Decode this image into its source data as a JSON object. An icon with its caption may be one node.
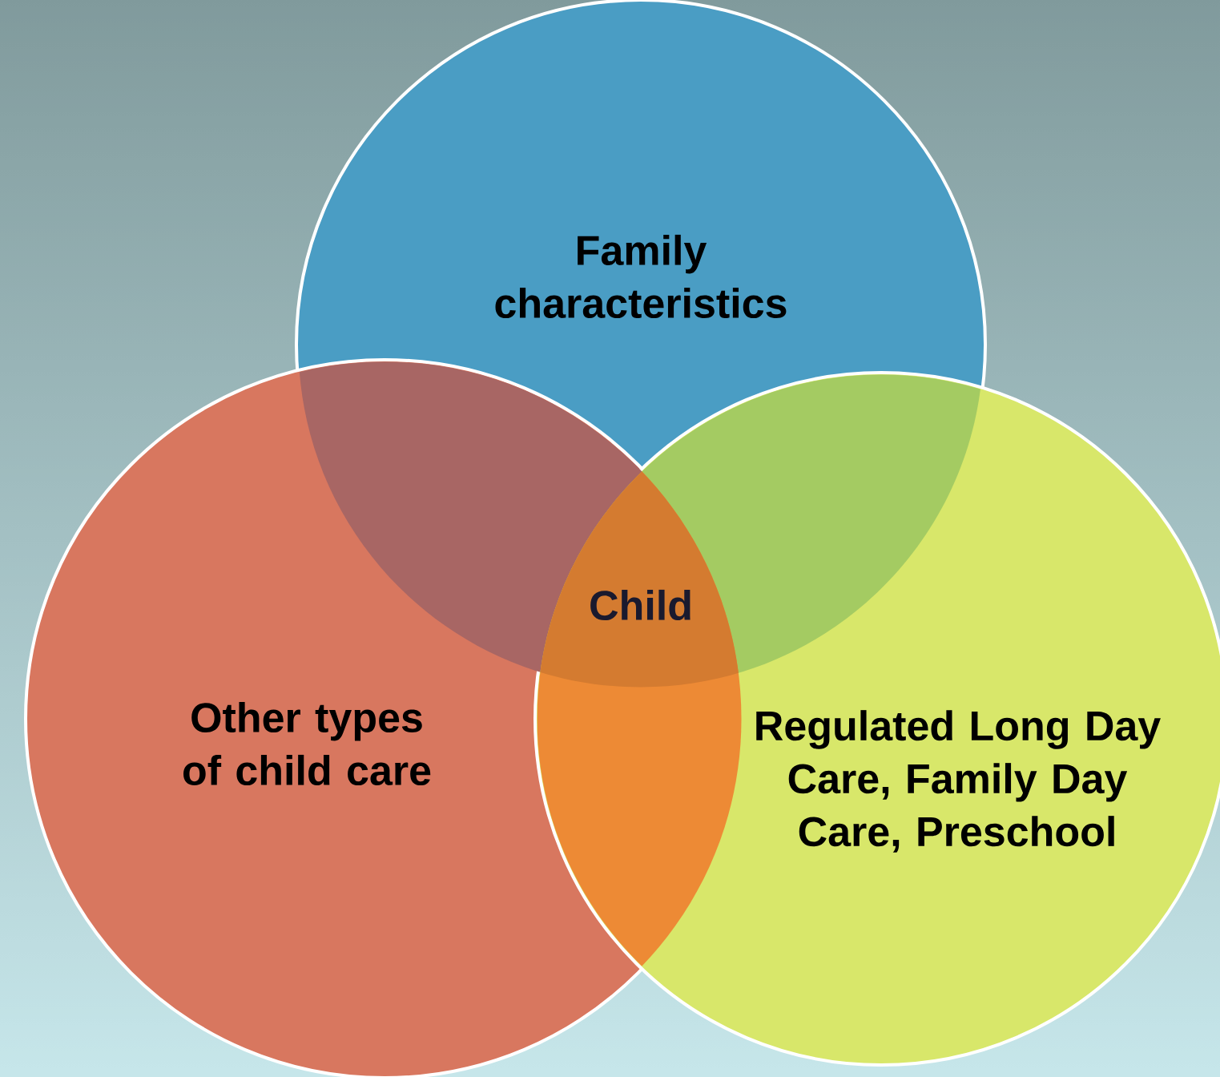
{
  "diagram": {
    "nodes": [
      {
        "text": [
          "Family characteristics"
        ]
      },
      {
        "text": [
          "Other types of child care"
        ]
      },
      {
        "text": [
          "Regulated Long Day Care, Family Day Care, Preschool"
        ]
      }
    ],
    "labels": [
      "Child"
    ]
  }
}
